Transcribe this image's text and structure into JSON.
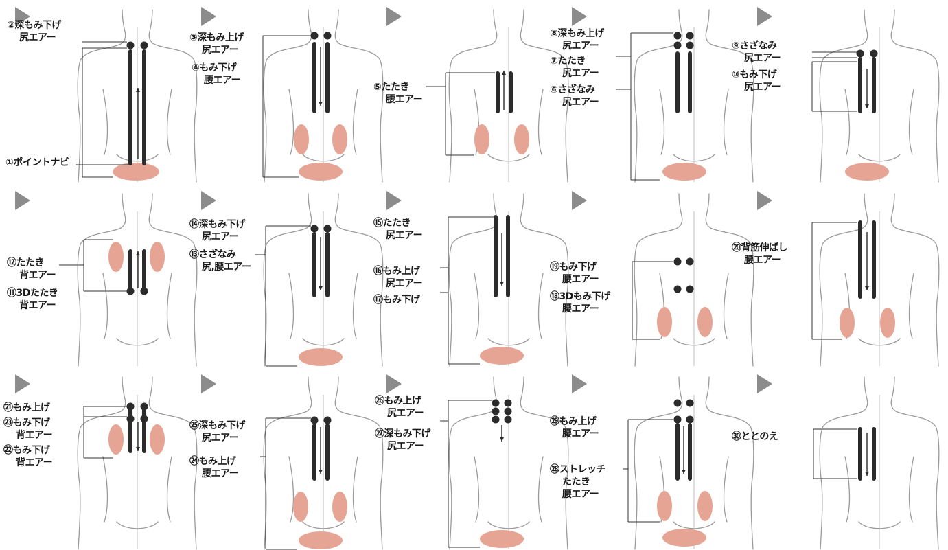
{
  "colors": {
    "arrow": "#8c8c8c",
    "body_outline": "#9a9a9a",
    "spine": "#bdbdbd",
    "roller": "#2b2b2b",
    "air_bag": "#e6a494",
    "leader": "#333333",
    "label_text": "#1a1a1a"
  },
  "steps": [
    {
      "labels": [
        {
          "lines": [
            "②深もみ下げ",
            "尻エアー"
          ]
        },
        {
          "lines": [
            "①ポイントナビ"
          ]
        }
      ]
    },
    {
      "labels": [
        {
          "lines": [
            "③深もみ上げ",
            "尻エアー"
          ]
        },
        {
          "lines": [
            "④もみ下げ",
            "腰エアー"
          ]
        }
      ]
    },
    {
      "labels": [
        {
          "lines": [
            "⑤たたき",
            "腰エアー"
          ]
        }
      ]
    },
    {
      "labels": [
        {
          "lines": [
            "⑧深もみ上げ",
            "尻エアー"
          ]
        },
        {
          "lines": [
            "⑦たたき",
            "尻エアー"
          ]
        },
        {
          "lines": [
            "⑥さざなみ",
            "尻エアー"
          ]
        }
      ]
    },
    {
      "labels": [
        {
          "lines": [
            "⑨さざなみ",
            "尻エアー"
          ]
        },
        {
          "lines": [
            "⑩もみ下げ",
            "尻エアー"
          ]
        }
      ]
    },
    {
      "labels": [
        {
          "lines": [
            "⑫たたき",
            "背エアー"
          ]
        },
        {
          "lines": [
            "⑪3Dたたき",
            "背エアー"
          ]
        }
      ]
    },
    {
      "labels": [
        {
          "lines": [
            "⑭深もみ下げ",
            "尻エアー"
          ]
        },
        {
          "lines": [
            "⑬さざなみ",
            "尻,腰エアー"
          ]
        }
      ]
    },
    {
      "labels": [
        {
          "lines": [
            "⑮たたき",
            "尻エアー"
          ]
        },
        {
          "lines": [
            "⑯もみ上げ",
            "尻エアー"
          ]
        },
        {
          "lines": [
            "⑰もみ下げ"
          ]
        }
      ]
    },
    {
      "labels": [
        {
          "lines": [
            "⑲もみ下げ",
            "腰エアー"
          ]
        },
        {
          "lines": [
            "⑱3Dもみ下げ",
            "腰エアー"
          ]
        }
      ]
    },
    {
      "labels": [
        {
          "lines": [
            "⑳背筋伸ばし",
            "腰エアー"
          ]
        }
      ]
    },
    {
      "labels": [
        {
          "lines": [
            "㉑もみ上げ"
          ]
        },
        {
          "lines": [
            "㉓もみ下げ",
            "背エアー"
          ]
        },
        {
          "lines": [
            "㉒もみ下げ",
            "背エアー"
          ]
        }
      ]
    },
    {
      "labels": [
        {
          "lines": [
            "㉕深もみ下げ",
            "尻エアー"
          ]
        },
        {
          "lines": [
            "㉔もみ上げ",
            "腰エアー"
          ]
        }
      ]
    },
    {
      "labels": [
        {
          "lines": [
            "㉖もみ上げ",
            "尻エアー"
          ]
        },
        {
          "lines": [
            "㉗深もみ下げ",
            "尻エアー"
          ]
        }
      ]
    },
    {
      "labels": [
        {
          "lines": [
            "㉙もみ上げ",
            "腰エアー"
          ]
        },
        {
          "lines": [
            "㉘ストレッチ",
            "たたき",
            "腰エアー"
          ]
        }
      ]
    },
    {
      "labels": [
        {
          "lines": [
            "㉚ととのえ"
          ]
        }
      ]
    }
  ]
}
